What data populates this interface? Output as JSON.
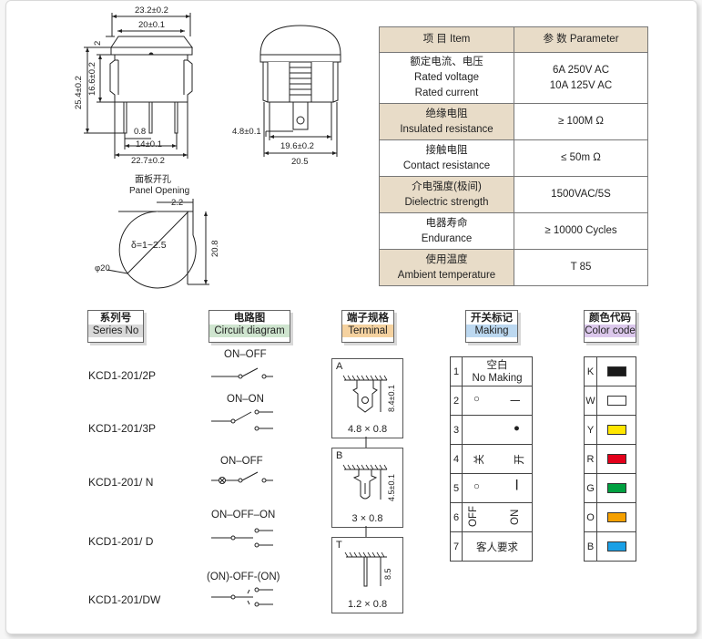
{
  "drawing": {
    "dims": {
      "width_top": "23.2±0.2",
      "width_rocker": "20±0.1",
      "dim_2": "2",
      "height_total": "25.4±0.2",
      "height_body": "16.6±0.2",
      "pin_width": "0.8",
      "pin_pitch": "14±0.1",
      "body_width": "22.7±0.2",
      "side_pin": "4.8±0.1",
      "side_body": "19.6±0.2",
      "side_total": "20.5"
    },
    "panel": {
      "title_cn": "面板开孔",
      "title_en": "Panel Opening",
      "flat": "2.2",
      "thickness": "δ=1~2.5",
      "height": "20.8",
      "diameter": "φ20"
    }
  },
  "spec_table": {
    "header_item": "项 目  Item",
    "header_param": "参 数  Parameter",
    "rows": [
      {
        "cn": "额定电流、电压",
        "en1": "Rated voltage",
        "en2": "Rated current",
        "v1": "6A  250V AC",
        "v2": "10A 125V AC"
      },
      {
        "cn": "绝缘电阻",
        "en1": "Insulated resistance",
        "v1": "≥ 100M Ω"
      },
      {
        "cn": "接触电阻",
        "en1": "Contact resistance",
        "v1": "≤ 50m Ω"
      },
      {
        "cn": "介电强度(极间)",
        "en1": "Dielectric strength",
        "v1": "1500VAC/5S"
      },
      {
        "cn": "电器寿命",
        "en1": "Endurance",
        "v1": "≥ 10000 Cycles"
      },
      {
        "cn": "使用温度",
        "en1": "Ambient temperature",
        "v1": "T 85"
      }
    ]
  },
  "columns": {
    "series": {
      "cn": "系列号",
      "en": "Series No"
    },
    "circuit": {
      "cn": "电路图",
      "en": "Circuit diagram"
    },
    "terminal": {
      "cn": "端子规格",
      "en": "Terminal"
    },
    "marking": {
      "cn": "开关标记",
      "en": "Making"
    },
    "color": {
      "cn": "颜色代码",
      "en": "Color code"
    }
  },
  "series": [
    {
      "model": "KCD1-201/2P",
      "circuit": "ON–OFF"
    },
    {
      "model": "KCD1-201/3P",
      "circuit": "ON–ON"
    },
    {
      "model": "KCD1-201/ N",
      "circuit": "ON–OFF"
    },
    {
      "model": "KCD1-201/ D",
      "circuit": "ON–OFF–ON"
    },
    {
      "model": "KCD1-201/DW",
      "circuit": "(ON)-OFF-(ON)"
    }
  ],
  "terminals": [
    {
      "label": "A",
      "dim": "8.4±0.1",
      "size": "4.8 × 0.8"
    },
    {
      "label": "B",
      "dim": "4.5±0.1",
      "size": "3 × 0.8"
    },
    {
      "label": "T",
      "dim": "8.5",
      "size": "1.2 × 0.8"
    }
  ],
  "marking": [
    {
      "n": "1",
      "text_cn": "空白",
      "text_en": "No Making"
    },
    {
      "n": "2",
      "left": "○",
      "right": "一"
    },
    {
      "n": "3",
      "right": "●"
    },
    {
      "n": "4",
      "left": "关",
      "right": "开"
    },
    {
      "n": "5",
      "left": "○",
      "right": "|"
    },
    {
      "n": "6",
      "left": "OFF",
      "right": "ON"
    },
    {
      "n": "7",
      "text_cn": "客人要求"
    }
  ],
  "colors": [
    {
      "code": "K",
      "hex": "#1a1a1a"
    },
    {
      "code": "W",
      "hex": "#ffffff"
    },
    {
      "code": "Y",
      "hex": "#ffe600"
    },
    {
      "code": "R",
      "hex": "#e3001b"
    },
    {
      "code": "G",
      "hex": "#00a040"
    },
    {
      "code": "O",
      "hex": "#f5a000"
    },
    {
      "code": "B",
      "hex": "#1aa0e6"
    }
  ],
  "colhead_colors": {
    "series": "#d9d9d9",
    "circuit": "#cfe5cf",
    "terminal": "#f5d2a0",
    "marking": "#bcd8f0",
    "color": "#dcc8ec"
  }
}
